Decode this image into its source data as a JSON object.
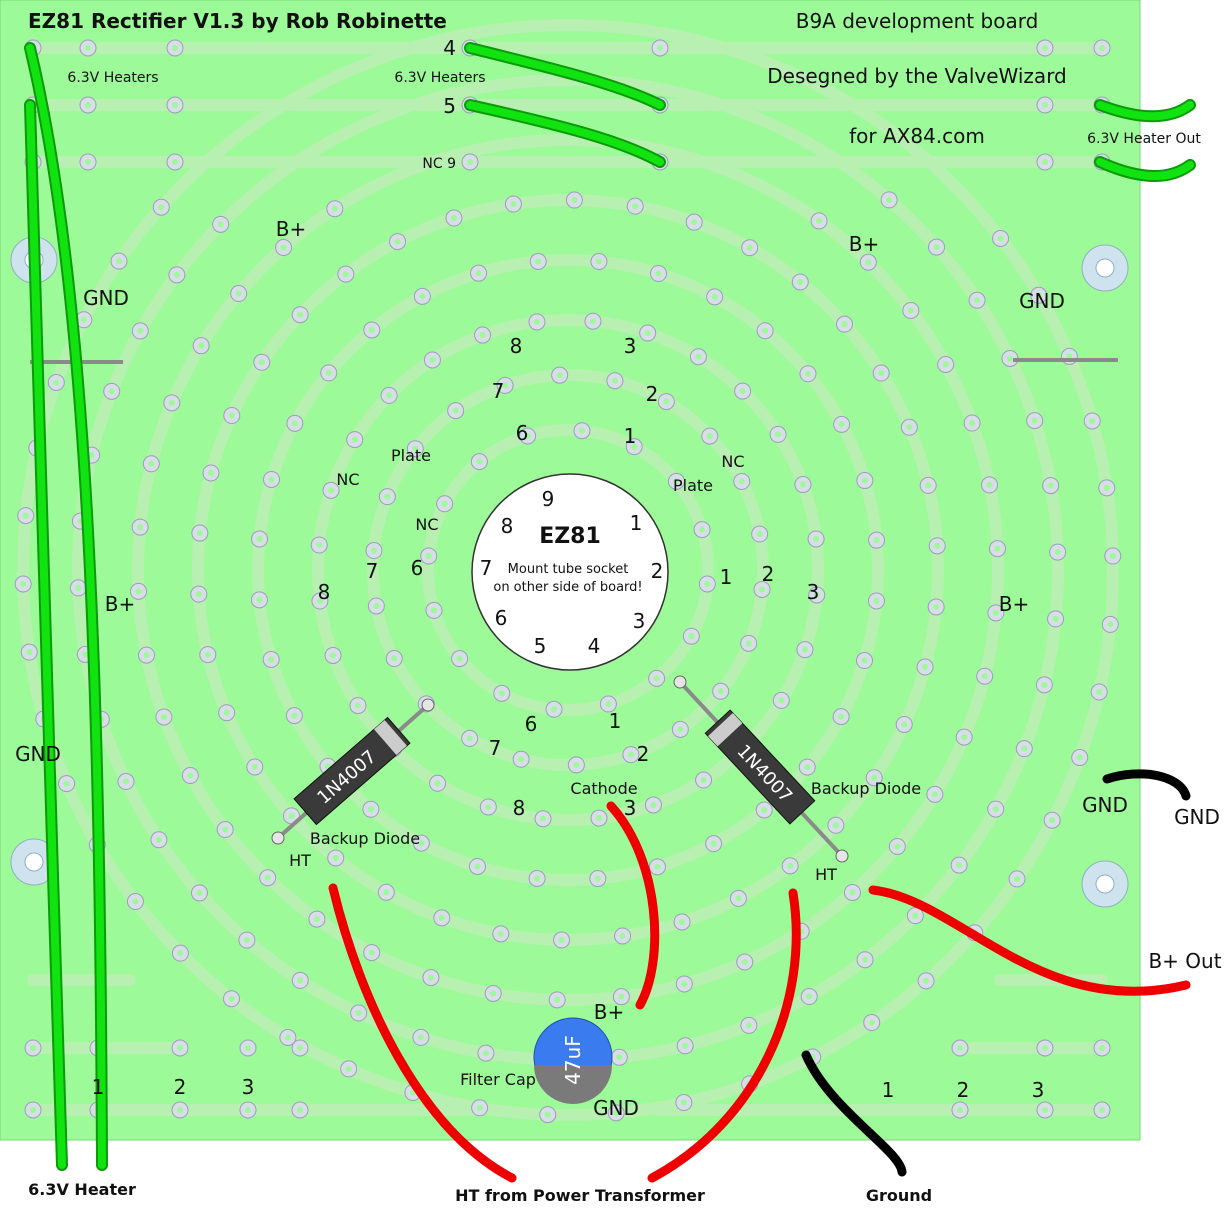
{
  "header": {
    "title": "EZ81 Rectifier V1.3 by Rob Robinette",
    "line1": "B9A development board",
    "line2": "Desegned by the ValveWizard",
    "line3": "for AX84.com"
  },
  "rows": {
    "heaters_left": "6.3V Heaters",
    "heaters_mid": "6.3V Heaters",
    "heater_out": "6.3V Heater Out",
    "pin4": "4",
    "pin5": "5",
    "nc9": "NC 9"
  },
  "labels": {
    "bplus_tl": "B+",
    "bplus_tr": "B+",
    "bplus_l": "B+",
    "bplus_r": "B+",
    "bplus_cap": "B+",
    "gnd_l": "GND",
    "gnd_r": "GND",
    "gnd_bl": "GND",
    "gnd_br": "GND",
    "gnd_out": "GND",
    "gnd_cap": "GND",
    "plate_l": "Plate",
    "plate_r": "Plate",
    "nc_l1": "NC",
    "nc_l2": "NC",
    "nc_r": "NC",
    "cathode": "Cathode",
    "ht_l": "HT",
    "ht_r": "HT",
    "backup_l": "Backup Diode",
    "backup_r": "Backup Diode",
    "filter_cap": "Filter Cap",
    "bplus_out": "B+ Out"
  },
  "pin_labels": {
    "l8": "8",
    "l7": "7",
    "l6": "6",
    "r3": "3",
    "r2": "2",
    "r1": "1",
    "ml8": "8",
    "ml7": "7",
    "ml6": "6",
    "mr1": "1",
    "mr2": "2",
    "mr3": "3",
    "b6": "6",
    "b1": "1",
    "b7": "7",
    "b2": "2",
    "b8": "8",
    "b3": "3",
    "bl1": "1",
    "bl2": "2",
    "bl3": "3",
    "br1": "1",
    "br2": "2",
    "br3": "3"
  },
  "tube": {
    "name": "EZ81",
    "note1": "Mount tube socket",
    "note2": "on other side of board!",
    "pins": [
      "1",
      "2",
      "3",
      "4",
      "5",
      "6",
      "7",
      "8",
      "9"
    ]
  },
  "components": {
    "diode_l": "1N4007",
    "diode_r": "1N4007",
    "cap": "47uF"
  },
  "bottom": {
    "heater": "6.3V Heater",
    "ht": "HT from Power Transformer",
    "ground": "Ground"
  },
  "colors": {
    "board": "#9dfa98",
    "trace": "#b7f0b0",
    "wire_heater": "#11e311",
    "wire_ht": "#ee0000",
    "wire_gnd": "#000000",
    "cap": "#3b7bf0"
  }
}
